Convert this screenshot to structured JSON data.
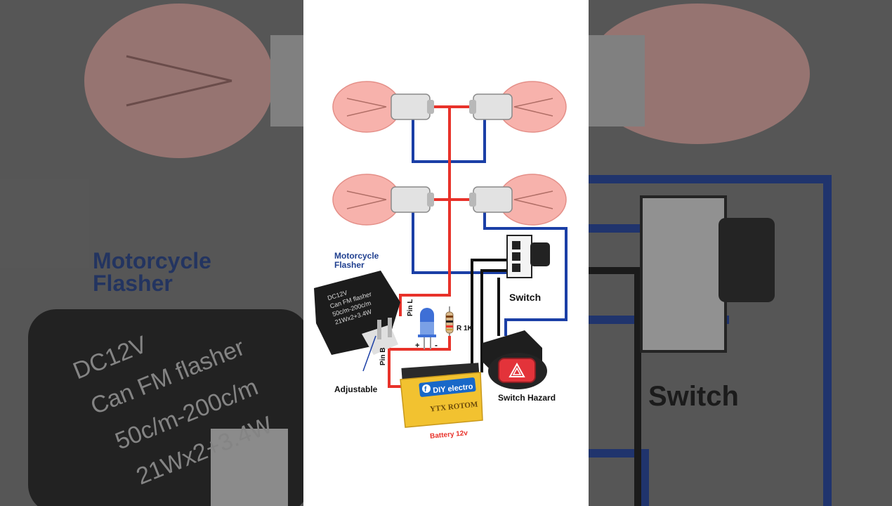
{
  "diagram": {
    "flasher_title_line1": "Motorcycle",
    "flasher_title_line2": "Flasher",
    "flasher_text": [
      "DC12V",
      "Can FM flasher",
      "50c/m-200c/m",
      "21Wx2+3.4W"
    ],
    "pin_l": "Pin L",
    "pin_b": "Pin B",
    "adjustable": "Adjustable",
    "led_plus": "+",
    "led_minus": "-",
    "resistor": "R 1K",
    "switch": "Switch",
    "switch_hazard": "Switch Hazard",
    "battery_brand_icon": "f",
    "battery_brand": "DIY electro",
    "battery_model": "YTX ROTOM",
    "battery_label": "Battery 12v"
  },
  "background": {
    "left_title_line1": "Motorcycle",
    "left_title_line2": "Flasher",
    "left_flasher_text": [
      "DC12V",
      "Can FM flasher",
      "50c/m-200c/m",
      "21Wx2+3.4W"
    ],
    "right_label": "Switch"
  },
  "colors": {
    "wire_red": "#e8322a",
    "wire_blue": "#1b3fa6",
    "wire_black": "#111111",
    "bulb": "#f7b2ac",
    "title_blue": "#1f3f8f",
    "battery_yellow": "#f2c230"
  }
}
